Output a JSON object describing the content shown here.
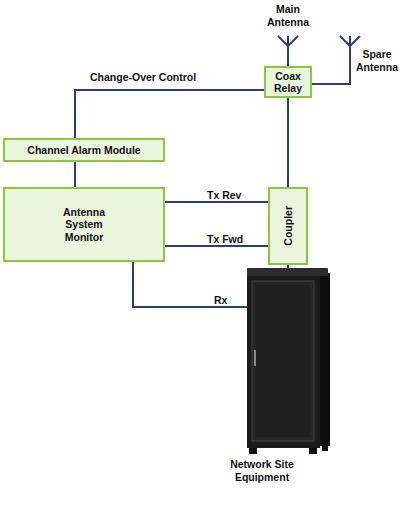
{
  "diagram": {
    "nodes": [
      {
        "text": [
          "Main Antenna"
        ]
      },
      {
        "text": [
          "Spare Antenna"
        ]
      },
      {
        "text": [
          "Coax Relay"
        ]
      },
      {
        "text": [
          "Channel Alarm Module"
        ]
      },
      {
        "text": [
          "Antenna System Monitor"
        ]
      },
      {
        "text": [
          "Coupler"
        ]
      },
      {
        "text": [
          "Network Site Equipment"
        ]
      }
    ],
    "edges": [
      {
        "from": 0,
        "to": 2,
        "arrow": "none"
      },
      {
        "from": 1,
        "to": 2,
        "arrow": "none"
      },
      {
        "from": 2,
        "to": 3,
        "label": "Change-Over Control",
        "arrow": "none"
      },
      {
        "from": 3,
        "to": 4,
        "arrow": "none"
      },
      {
        "from": 4,
        "to": 5,
        "label": "Tx Rev",
        "arrow": "none"
      },
      {
        "from": 4,
        "to": 5,
        "label": "Tx Fwd",
        "arrow": "none"
      },
      {
        "from": 2,
        "to": 5,
        "arrow": "none"
      },
      {
        "from": 5,
        "to": 6,
        "arrow": "none"
      },
      {
        "from": 4,
        "to": 6,
        "label": "Rx",
        "arrow": "none"
      }
    ]
  }
}
